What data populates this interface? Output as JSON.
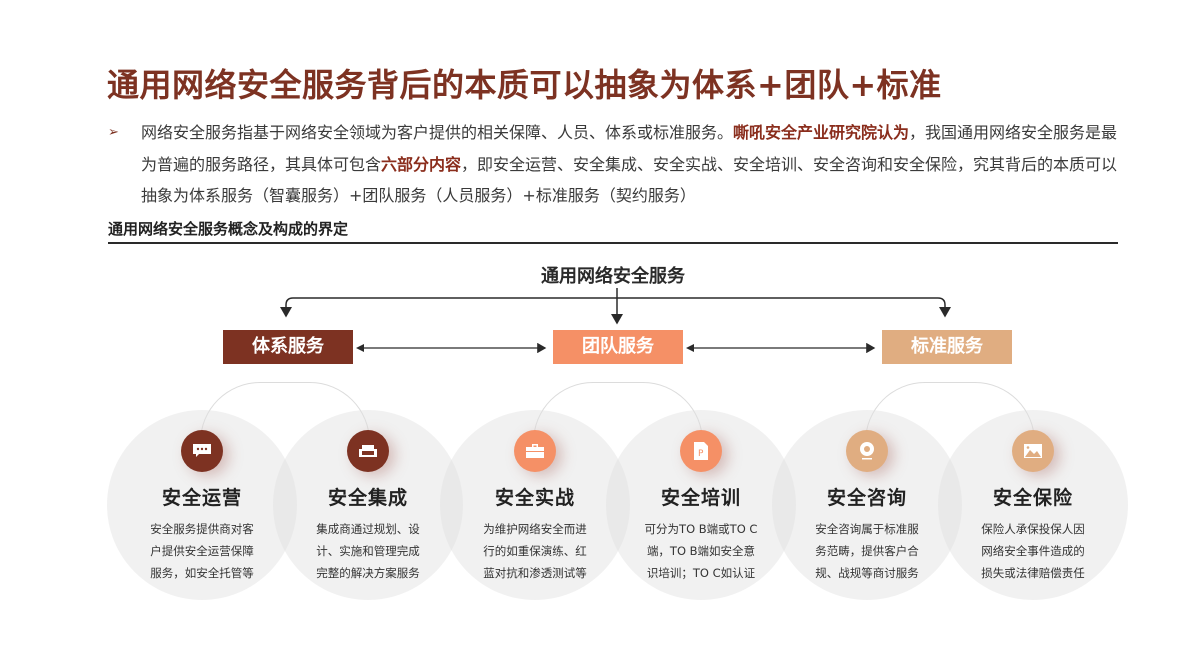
{
  "title": "通用网络安全服务背后的本质可以抽象为体系+团队+标准",
  "paragraph": {
    "bullet": "➢",
    "part1": "网络安全服务指基于网络安全领域为客户提供的相关保障、人员、体系或标准服务。",
    "highlight1": "嘶吼安全产业研究院认为",
    "part2": "，我国通用网络安全服务是最为普遍的服务路径，其具体可包含",
    "highlight2": "六部分内容",
    "part3": "，即安全运营、安全集成、安全实战、安全培训、安全咨询和安全保险，究其背后的本质可以抽象为体系服务（智囊服务）+团队服务（人员服务）+标准服务（契约服务）"
  },
  "section": {
    "title": "通用网络安全服务概念及构成的界定"
  },
  "diagram": {
    "root": "通用网络安全服务",
    "categories": [
      {
        "label": "体系服务",
        "color": "#7d3222"
      },
      {
        "label": "团队服务",
        "color": "#f59066"
      },
      {
        "label": "标准服务",
        "color": "#e0ad81"
      }
    ],
    "services": [
      {
        "title": "安全运营",
        "icon": "chat-bubble-icon",
        "color": "#7d3222",
        "lines": [
          "安全服务提供商对客",
          "户提供安全运营保障",
          "服务，如安全托管等"
        ]
      },
      {
        "title": "安全集成",
        "icon": "sofa-icon",
        "color": "#7d3222",
        "lines": [
          "集成商通过规划、设",
          "计、实施和管理完成",
          "完整的解决方案服务"
        ]
      },
      {
        "title": "安全实战",
        "icon": "toolbox-icon",
        "color": "#f59066",
        "lines": [
          "为维护网络安全而进",
          "行的如重保演练、红",
          "蓝对抗和渗透测试等"
        ]
      },
      {
        "title": "安全培训",
        "icon": "document-p-icon",
        "color": "#f59066",
        "lines": [
          "可分为TO B端或TO C",
          "端，TO B端如安全意",
          "识培训；TO C如认证"
        ]
      },
      {
        "title": "安全咨询",
        "icon": "webcam-icon",
        "color": "#e0ad81",
        "lines": [
          "安全咨询属于标准服",
          "务范畴，提供客户合",
          "规、战规等商讨服务"
        ]
      },
      {
        "title": "安全保险",
        "icon": "image-icon",
        "color": "#e0ad81",
        "lines": [
          "保险人承保投保人因",
          "网络安全事件造成的",
          "损失或法律赔偿责任"
        ]
      }
    ]
  }
}
